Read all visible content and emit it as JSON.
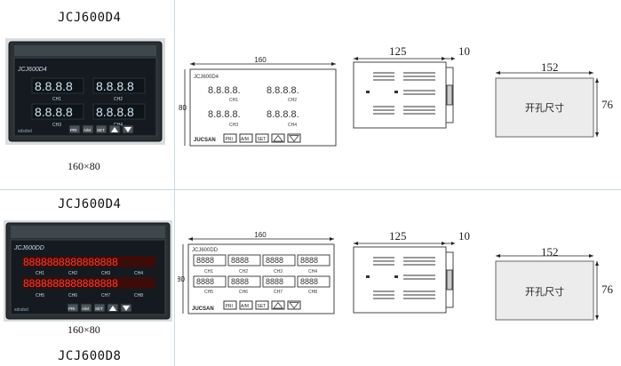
{
  "rows": [
    {
      "model_top": "JCJ600D4",
      "size": "160×80",
      "photo": {
        "brand": "JCJ600D4",
        "logo": "sdsdsd",
        "digits": "8.8.8.8",
        "channels": [
          "CH1",
          "CH2",
          "CH3",
          "CH4"
        ],
        "buttons": [
          "PRI",
          "A/M",
          "SET"
        ],
        "display_color": "#cfe3f3"
      },
      "front_drawing": {
        "width_label": "160",
        "height_label": "80",
        "brand": "JCJ600D4",
        "digits": "8.8.8.8.",
        "channels": [
          "CH1",
          "CH2",
          "CH3",
          "CH4"
        ],
        "logo": "JUCSAN",
        "buttons": [
          "PRI",
          "A/M",
          "SET"
        ]
      },
      "side_drawing": {
        "depth_label": "125",
        "flange_label": "10"
      },
      "cutout": {
        "width_label": "152",
        "height_label": "76",
        "text": "开孔尺寸"
      }
    },
    {
      "model_top": "JCJ600D4",
      "model_bottom": "JCJ600D8",
      "size": "160×80",
      "photo": {
        "brand": "JCJ600DD",
        "logo": "sdsdsd",
        "channels": [
          "CH1",
          "CH2",
          "CH3",
          "CH4",
          "CH5",
          "CH6",
          "CH7",
          "CH8"
        ],
        "buttons": [
          "PRI",
          "A/M",
          "SET"
        ],
        "display_color": "#ff3b2e"
      },
      "front_drawing": {
        "width_label": "160",
        "height_label": "80",
        "brand": "JCJ600DD",
        "digits": "8888",
        "channels": [
          "CH1",
          "CH2",
          "CH3",
          "CH4",
          "CH5",
          "CH6",
          "CH7",
          "CH8"
        ],
        "logo": "JUCSAN",
        "buttons": [
          "PRI",
          "A/M",
          "SET"
        ]
      },
      "side_drawing": {
        "depth_label": "125",
        "flange_label": "10"
      },
      "cutout": {
        "width_label": "152",
        "height_label": "76",
        "text": "开孔尺寸"
      }
    }
  ]
}
